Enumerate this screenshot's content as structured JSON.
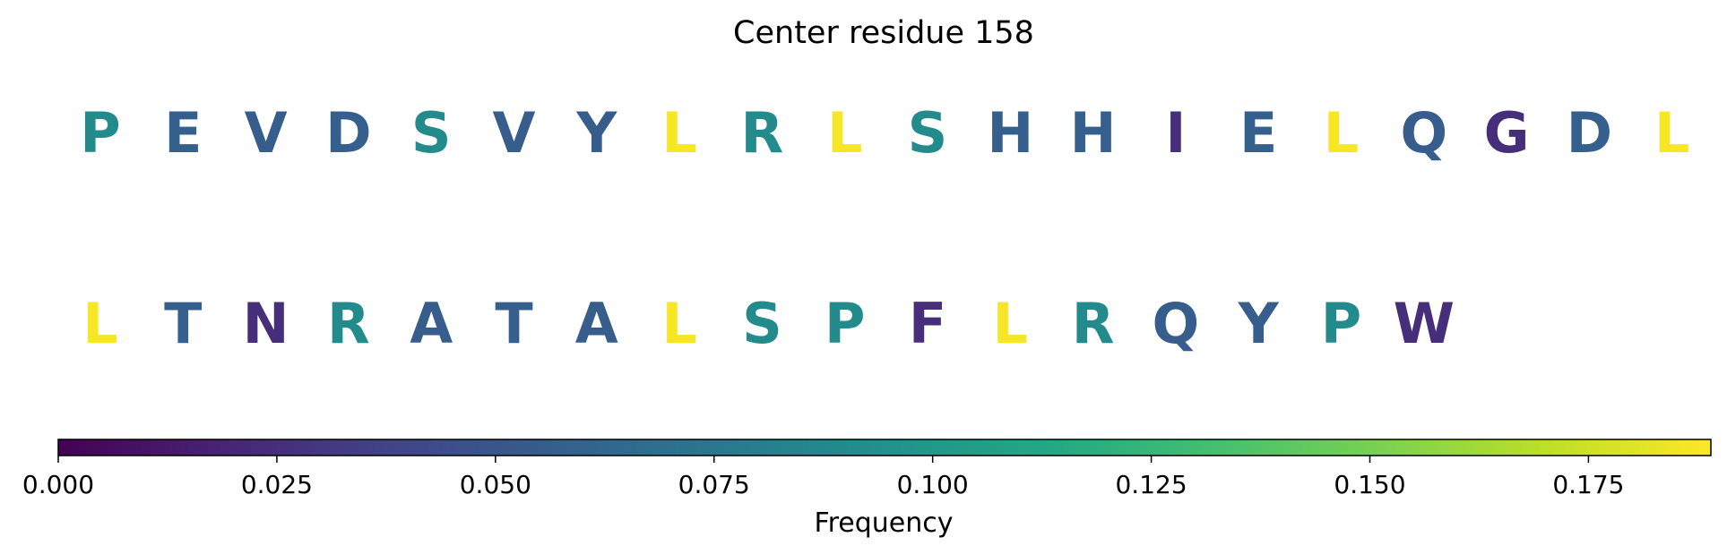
{
  "chart_data": {
    "type": "heatmap",
    "title": "Center residue 158",
    "rows": [
      {
        "residues": [
          "P",
          "E",
          "V",
          "D",
          "S",
          "V",
          "Y",
          "L",
          "R",
          "L",
          "S",
          "H",
          "H",
          "I",
          "E",
          "L",
          "Q",
          "G",
          "D",
          "L"
        ],
        "frequencies": [
          0.09,
          0.057,
          0.055,
          0.057,
          0.09,
          0.055,
          0.055,
          0.187,
          0.09,
          0.187,
          0.09,
          0.057,
          0.057,
          0.025,
          0.057,
          0.187,
          0.055,
          0.025,
          0.057,
          0.187
        ]
      },
      {
        "residues": [
          "L",
          "T",
          "N",
          "R",
          "A",
          "T",
          "A",
          "L",
          "S",
          "P",
          "F",
          "L",
          "R",
          "Q",
          "Y",
          "P",
          "W"
        ],
        "frequencies": [
          0.187,
          0.057,
          0.025,
          0.09,
          0.055,
          0.057,
          0.055,
          0.187,
          0.09,
          0.09,
          0.025,
          0.187,
          0.09,
          0.055,
          0.055,
          0.09,
          0.025
        ]
      }
    ],
    "colormap": "viridis",
    "colorbar": {
      "label": "Frequency",
      "range": [
        0.0,
        0.189
      ],
      "ticks": [
        0.0,
        0.025,
        0.05,
        0.075,
        0.1,
        0.125,
        0.15,
        0.175
      ],
      "tick_labels": [
        "0.000",
        "0.025",
        "0.050",
        "0.075",
        "0.100",
        "0.125",
        "0.150",
        "0.175"
      ]
    }
  }
}
